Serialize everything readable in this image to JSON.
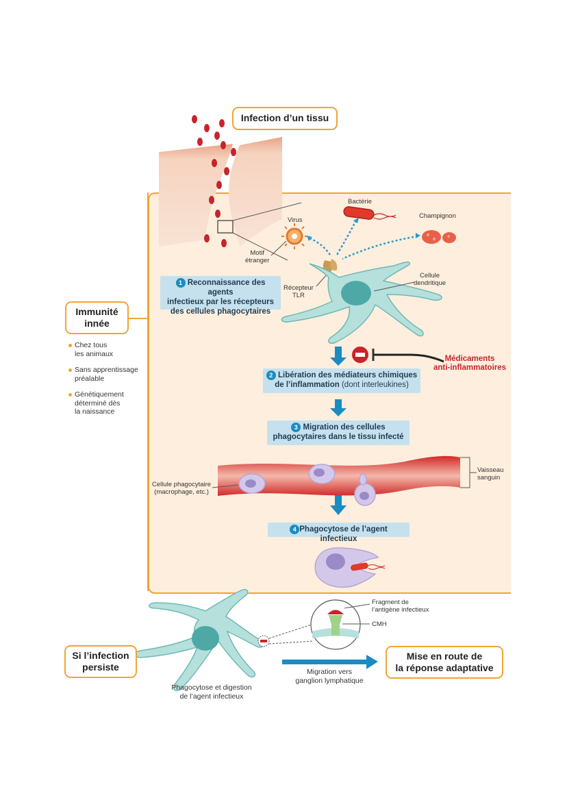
{
  "title": "Infection d’un tissu",
  "innate": {
    "title_line1": "Immunité",
    "title_line2": "innée",
    "bullets": [
      [
        "Chez tous",
        "les animaux"
      ],
      [
        "Sans apprentissage",
        "préalable"
      ],
      [
        "Génétiquement",
        "déterminé dès",
        "la naissance"
      ]
    ]
  },
  "pathogens": {
    "virus": "Virus",
    "bacteria": "Bactérie",
    "fungus": "Champignon",
    "motif_line1": "Motif",
    "motif_line2": "étranger"
  },
  "receptor_line1": "Récepteur",
  "receptor_line2": "TLR",
  "dendritic_line1": "Cellule",
  "dendritic_line2": "dendritique",
  "steps": [
    {
      "num": "1",
      "line1": "Reconnaissance des agents",
      "line2": "infectieux par les récepteurs",
      "line3": "des cellules phagocytaires"
    },
    {
      "num": "2",
      "line1": "Libération des médiateurs chimiques",
      "line2": "de l’inflammation",
      "line2_extra": " (dont interleukines)"
    },
    {
      "num": "3",
      "line1": "Migration des cellules",
      "line2": "phagocytaires dans le tissu infecté"
    },
    {
      "num": "4",
      "line1": "Phagocytose de l’agent infectieux"
    }
  ],
  "drugs_line1": "Médicaments",
  "drugs_line2": "anti-inflammatoires",
  "vessel_line1": "Vaisseau",
  "vessel_line2": "sanguin",
  "phago_cell_line1": "Cellule phagocytaire",
  "phago_cell_line2": "(macrophage, etc.)",
  "persist_line1": "Si l’infection",
  "persist_line2": "persiste",
  "digest_line1": "Phagocytose et digestion",
  "digest_line2": "de l’agent infectieux",
  "fragment_line1": "Fragment de",
  "fragment_line2": "l’antigène infectieux",
  "cmh": "CMH",
  "migration_line1": "Migration vers",
  "migration_line2": "ganglion lymphatique",
  "adaptive_line1": "Mise en route de",
  "adaptive_line2": "la réponse adaptative",
  "colors": {
    "orange": "#f0a431",
    "panel": "#fdeedd",
    "step": "#c5e1ee",
    "arrow": "#1a8cc1",
    "cell": "#b5e0dc",
    "red": "#c8242b"
  }
}
